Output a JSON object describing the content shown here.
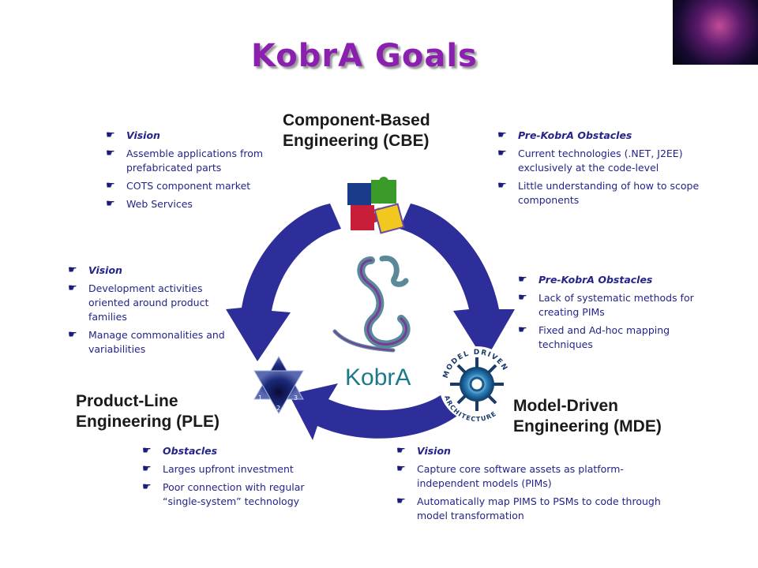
{
  "title": "KobrA Goals",
  "cbe": {
    "heading": [
      "Component-Based",
      "Engineering (CBE)"
    ],
    "vision": [
      "Vision",
      "Assemble applications from prefabricated parts",
      "COTS component market",
      "Web Services"
    ],
    "obstacles": [
      "Pre-KobrA Obstacles",
      "Current technologies (.NET, J2EE) exclusively at the code-level",
      "Little understanding of how to scope components"
    ]
  },
  "ple": {
    "heading": [
      "Product-Line",
      "Engineering (PLE)"
    ],
    "vision": [
      "Vision",
      "Development activities oriented around product families",
      "Manage commonalities and variabilities"
    ],
    "obstacles": [
      "Obstacles",
      "Larges upfront investment",
      "Poor connection with regular “single-system” technology"
    ]
  },
  "mde": {
    "heading": [
      "Model-Driven",
      "Engineering (MDE)"
    ],
    "vision": [
      "Vision",
      "Capture core software assets as platform-independent models (PIMs)",
      "Automatically map PIMS to PSMs to code through model transformation"
    ],
    "obstacles": [
      "Pre-KobrA Obstacles",
      "Lack of systematic methods for creating PIMs",
      "Fixed and Ad-hoc mapping techniques"
    ]
  },
  "center_label": "KobrA",
  "mda_logo": {
    "text_top": "MODEL DRIVEN",
    "text_bottom": "ARCHITECTURE"
  },
  "ple_icon": {
    "labels": [
      "1",
      "2",
      "3"
    ]
  },
  "colors": {
    "title": "#8a1fb0",
    "arrow": "#2e2e9a",
    "bullet_text": "#24248a",
    "kobra": "#1a7a8a"
  }
}
